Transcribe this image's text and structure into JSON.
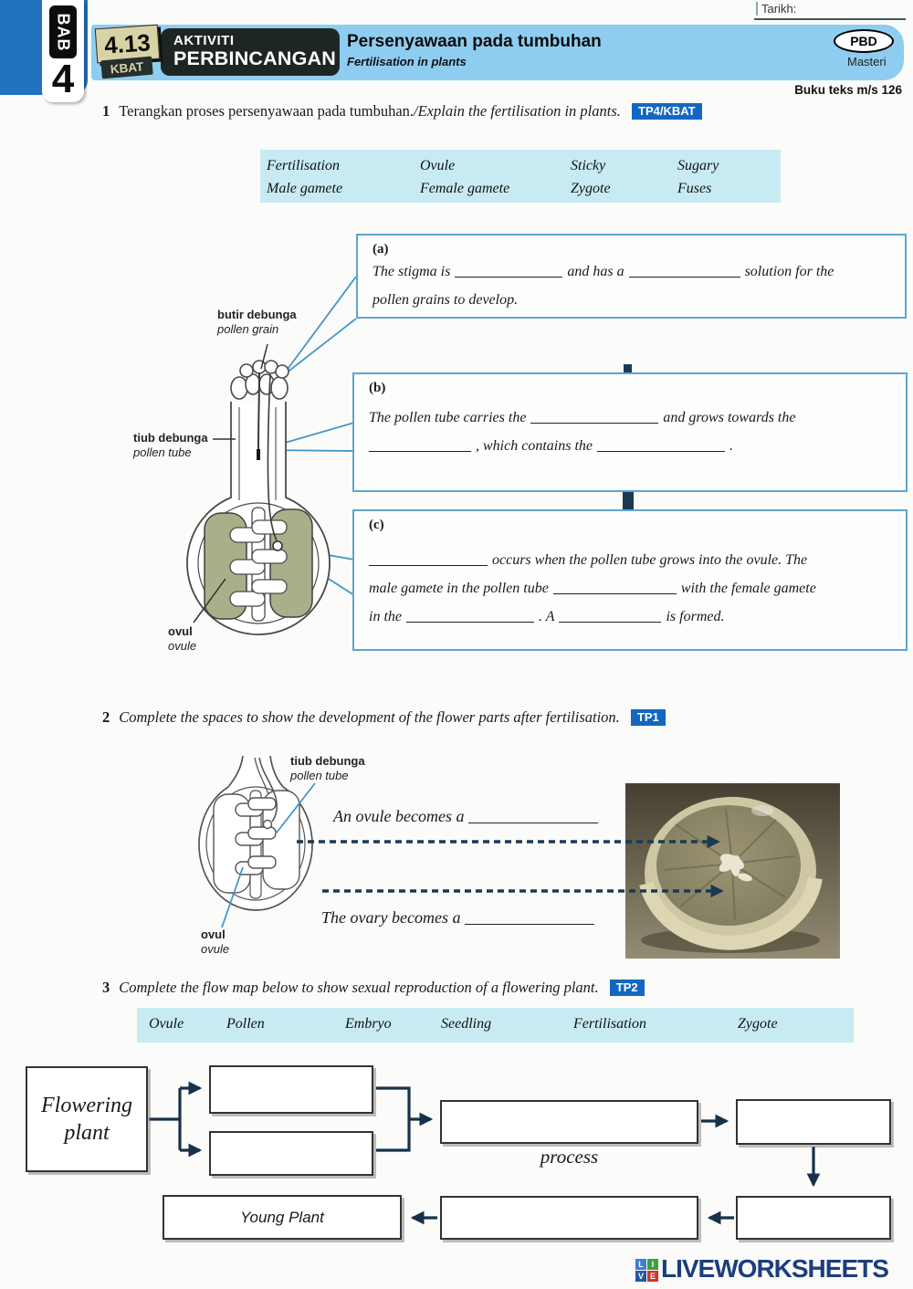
{
  "header": {
    "tarikh": "Tarikh:",
    "bab": "BAB",
    "bab_num": "4",
    "code": "4.13",
    "kbat": "KBAT",
    "activity1": "AKTIVITI",
    "activity2": "PERBINCANGAN",
    "title_ms": "Persenyawaan pada tumbuhan",
    "title_en": "Fertilisation in plants",
    "pbd": "PBD",
    "masteri": "Masteri",
    "textbook": "Buku teks m/s 126"
  },
  "q1": {
    "num": "1",
    "text_ms": "Terangkan proses persenyawaan pada tumbuhan.",
    "text_en": "/Explain the fertilisation in plants.",
    "badge": "TP4/KBAT",
    "wordbank": [
      "Fertilisation",
      "Ovule",
      "Sticky",
      "Sugary",
      "Male gamete",
      "Female gamete",
      "Zygote",
      "Fuses"
    ],
    "labels": {
      "pollen_grain_ms": "butir debunga",
      "pollen_grain_en": "pollen grain",
      "pollen_tube_ms": "tiub debunga",
      "pollen_tube_en": "pollen tube",
      "ovule_ms": "ovul",
      "ovule_en": "ovule"
    },
    "a": {
      "tag": "(a)",
      "s1": "The stigma is",
      "s2": "and has a",
      "s3": "solution for the",
      "s4": "pollen grains to develop."
    },
    "b": {
      "tag": "(b)",
      "s1": "The pollen tube carries the",
      "s2": "and grows towards the",
      "s3": ", which contains the",
      "s4": "."
    },
    "c": {
      "tag": "(c)",
      "s1": "occurs when the pollen tube grows into the ovule. The",
      "s2": "male gamete in the pollen tube",
      "s3": "with the female gamete",
      "s4": "in the",
      "s5": ". A",
      "s6": "is formed."
    }
  },
  "q2": {
    "num": "2",
    "text": "Complete the spaces to show the development of the flower parts after fertilisation.",
    "badge": "TP1",
    "tube_ms": "tiub debunga",
    "tube_en": "pollen tube",
    "ovule_ms": "ovul",
    "ovule_en": "ovule",
    "line1": "An ovule becomes a",
    "line2": "The ovary becomes a"
  },
  "q3": {
    "num": "3",
    "text": "Complete the flow map below to show sexual reproduction of a flowering plant.",
    "badge": "TP2",
    "wordbank": [
      "Ovule",
      "Pollen",
      "Embryo",
      "Seedling",
      "Fertilisation",
      "Zygote"
    ],
    "flow": {
      "start": "Flowering plant",
      "process": "process",
      "young": "Young Plant"
    }
  },
  "footer": {
    "tiles": [
      "L",
      "I",
      "V",
      "E"
    ],
    "brand": "LIVEWORKSHEETS"
  },
  "colors": {
    "band": "#8ecdf0",
    "cyan": "#c8ebf3",
    "badge_blue": "#1467c0",
    "navy": "#1b3a52",
    "corner_blue": "#2273bf",
    "box_border": "#5fa5cc",
    "ovule_green": "#a9b089",
    "brand_navy": "#1c3e7d"
  }
}
